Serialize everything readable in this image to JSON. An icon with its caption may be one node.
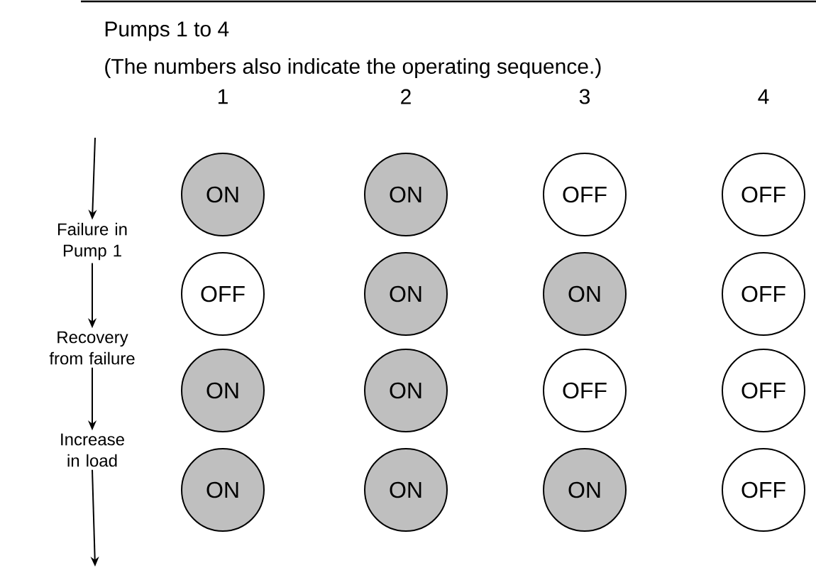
{
  "diagram": {
    "title": "Pumps 1 to 4",
    "nodes": [
      {
        "text": [
          "ON"
        ]
      },
      {
        "text": [
          "ON"
        ]
      },
      {
        "text": [
          "OFF"
        ]
      },
      {
        "text": [
          "OFF"
        ]
      },
      {
        "text": [
          "OFF"
        ]
      },
      {
        "text": [
          "ON"
        ]
      },
      {
        "text": [
          "ON"
        ]
      },
      {
        "text": [
          "OFF"
        ]
      },
      {
        "text": [
          "ON"
        ]
      },
      {
        "text": [
          "ON"
        ]
      },
      {
        "text": [
          "OFF"
        ]
      },
      {
        "text": [
          "OFF"
        ]
      },
      {
        "text": [
          "ON"
        ]
      },
      {
        "text": [
          "ON"
        ]
      },
      {
        "text": [
          "ON"
        ]
      },
      {
        "text": [
          "OFF"
        ]
      },
      {
        "text": [
          "Failure in Pump 1"
        ]
      },
      {
        "text": [
          "Recovery from failure"
        ]
      },
      {
        "text": [
          "Increase in load"
        ]
      }
    ],
    "edges": [
      {
        "from": null,
        "to": 16,
        "arrow": "to"
      },
      {
        "from": 16,
        "to": 17,
        "arrow": "to"
      },
      {
        "from": 17,
        "to": 18,
        "arrow": "to"
      },
      {
        "from": 18,
        "to": null,
        "arrow": "to"
      }
    ],
    "labels": [
      "(The numbers also indicate the operating sequence.)",
      "1",
      "2",
      "3",
      "4"
    ]
  }
}
